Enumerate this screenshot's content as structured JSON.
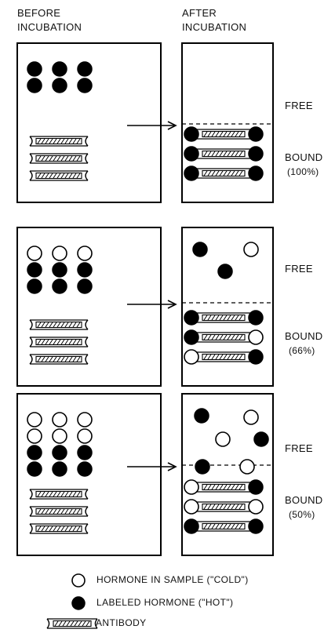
{
  "headers": {
    "before": "BEFORE\nINCUBATION",
    "after": "AFTER\nINCUBATION"
  },
  "panels": [
    {
      "before": {
        "labeled": 6,
        "cold": 0,
        "antibodies": 3
      },
      "after": {
        "free": {
          "labeled": 0,
          "cold": 0
        },
        "bound_left": [
          "hot",
          "hot",
          "hot"
        ],
        "bound_right": [
          "hot",
          "hot",
          "hot"
        ]
      },
      "free_label": "FREE",
      "bound_label": "BOUND",
      "percent": "(100%)"
    },
    {
      "before": {
        "labeled": 6,
        "cold": 3,
        "antibodies": 3
      },
      "after": {
        "free": {
          "labeled": 2,
          "cold": 1
        },
        "bound_left": [
          "hot",
          "hot",
          "cold"
        ],
        "bound_right": [
          "hot",
          "cold",
          "hot"
        ]
      },
      "free_label": "FREE",
      "bound_label": "BOUND",
      "percent": "(66%)"
    },
    {
      "before": {
        "labeled": 6,
        "cold": 6,
        "antibodies": 3
      },
      "after": {
        "free": {
          "labeled": 3,
          "cold": 3
        },
        "bound_left": [
          "cold",
          "cold",
          "hot"
        ],
        "bound_right": [
          "hot",
          "cold",
          "hot"
        ]
      },
      "free_label": "FREE",
      "bound_label": "BOUND",
      "percent": "(50%)"
    }
  ],
  "legend": {
    "cold": "HORMONE IN SAMPLE (\"COLD\")",
    "hot": "LABELED HORMONE (\"HOT\")",
    "antibody": "ANTIBODY"
  }
}
